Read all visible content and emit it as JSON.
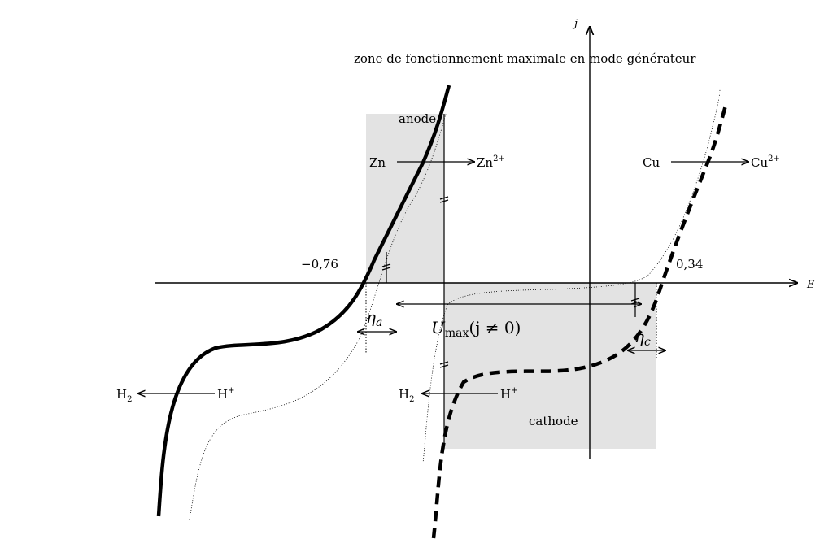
{
  "title": "zone de fonctionnement maximale en mode générateur",
  "axes": {
    "x_label": "E",
    "y_label": "j"
  },
  "potentials": {
    "zn": "−0,76",
    "cu": "0,34"
  },
  "zones": {
    "anode": "anode",
    "cathode": "cathode"
  },
  "reactions": {
    "zn_left": "Zn",
    "zn_right": "Zn",
    "zn_charge": "2+",
    "cu_left": "Cu",
    "cu_right": "Cu",
    "cu_charge": "2+",
    "h2_left_1": "H",
    "h2_left_1_sub": "2",
    "hplus_1": "H",
    "hplus_1_sup": "+",
    "h2_left_2": "H",
    "h2_left_2_sub": "2",
    "hplus_2": "H",
    "hplus_2_sup": "+"
  },
  "overpotentials": {
    "eta": "η",
    "a": "a",
    "c": "c"
  },
  "umax": {
    "U": "U",
    "sub": "max",
    "cond": "(j ≠ 0)"
  },
  "colors": {
    "zone_fill": "#e3e3e3",
    "line": "#000000"
  }
}
